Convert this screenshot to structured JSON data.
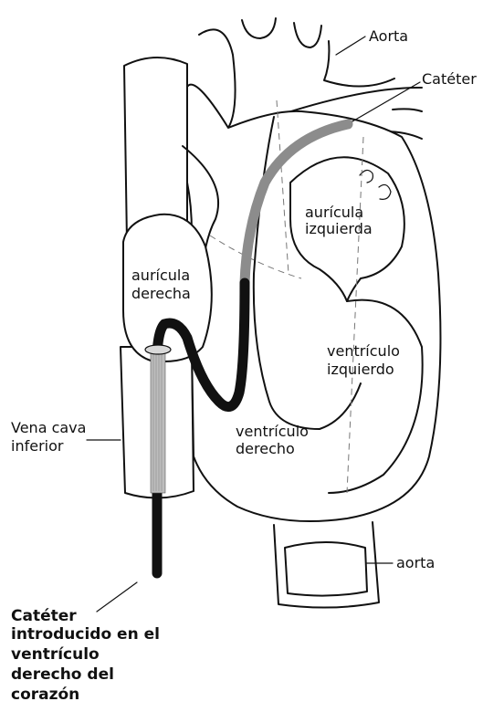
{
  "labels": {
    "aorta_top": "Aorta",
    "cateter_top": "Catéter",
    "auricula_izquierda_1": "aurícula",
    "auricula_izquierda_2": "izquierda",
    "auricula_derecha_1": "aurícula",
    "auricula_derecha_2": "derecha",
    "ventriculo_izquierdo_1": "ventrículo",
    "ventriculo_izquierdo_2": "izquierdo",
    "ventriculo_derecho_1": "ventrículo",
    "ventriculo_derecho_2": "derecho",
    "vena_cava_1": "Vena cava",
    "vena_cava_2": "inferior",
    "aorta_bottom": "aorta"
  },
  "caption": {
    "line1": "Catéter",
    "line2": "introducido en el",
    "line3": "ventrículo",
    "line4_bold": "derecho",
    "line4_rest": " del",
    "line5": "corazón"
  },
  "colors": {
    "outline": "#111111",
    "catheter_light": "#8c8c8c",
    "catheter_dark": "#111111",
    "catheter_in_vein": "#bdbdbd"
  }
}
